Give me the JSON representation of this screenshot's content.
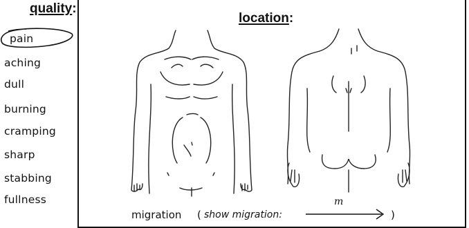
{
  "quality": {
    "heading": "quality",
    "colon": ":",
    "items": [
      "pain",
      "aching",
      "dull",
      "burning",
      "cramping",
      "sharp",
      "stabbing",
      "fullness"
    ]
  },
  "location": {
    "heading": "location",
    "colon": ":"
  },
  "migration": {
    "label": "migration",
    "open_paren": "(",
    "instruction": "show migration:",
    "arrow_letter": "m",
    "close_paren": ")"
  }
}
